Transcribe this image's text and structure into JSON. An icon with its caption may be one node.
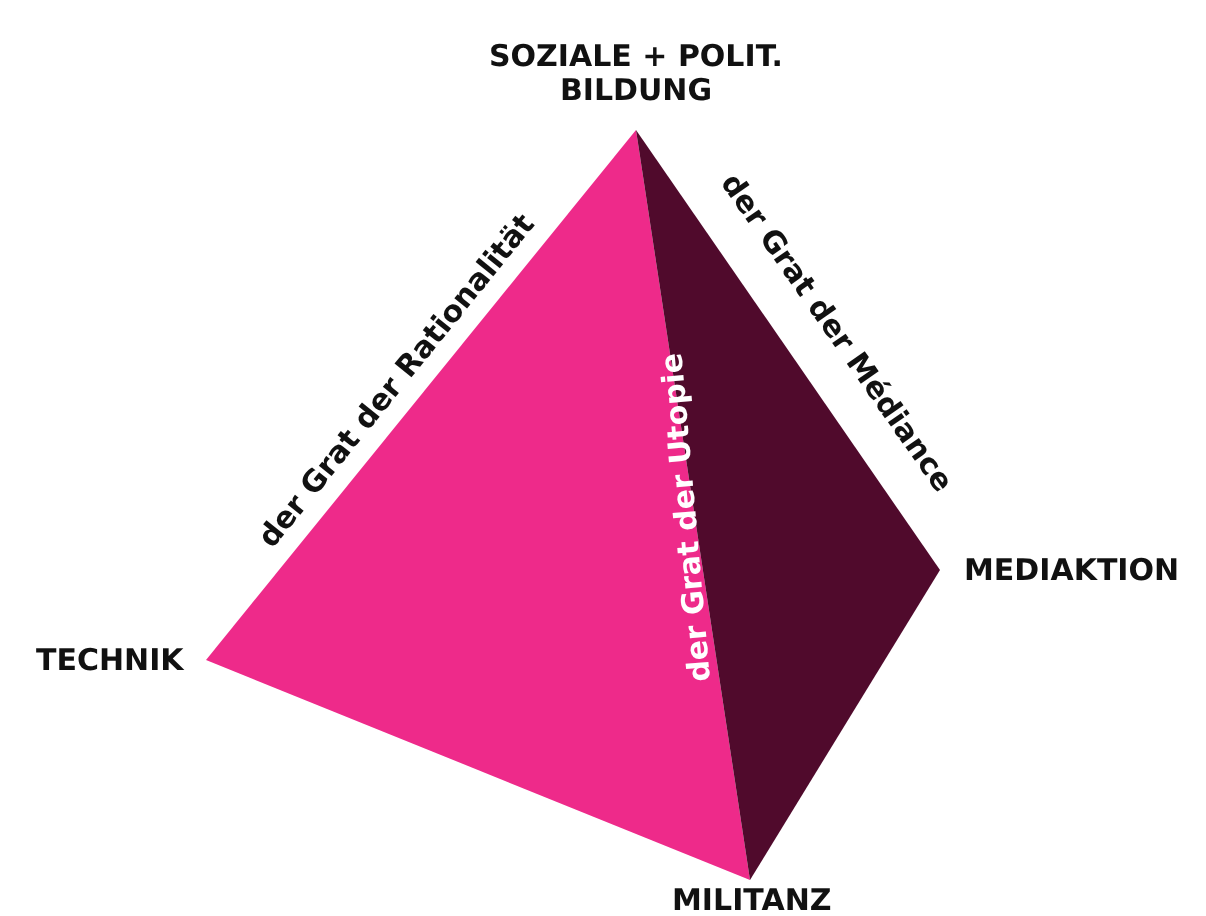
{
  "diagram": {
    "labels": [
      "SOZIALE + POLIT. BILDUNG",
      "der Grat der Rationalität",
      "der Grat der Médiance",
      "der Grat der Utopie",
      "MEDIAKTION",
      "TECHNIK",
      "MILITANZ"
    ]
  }
}
